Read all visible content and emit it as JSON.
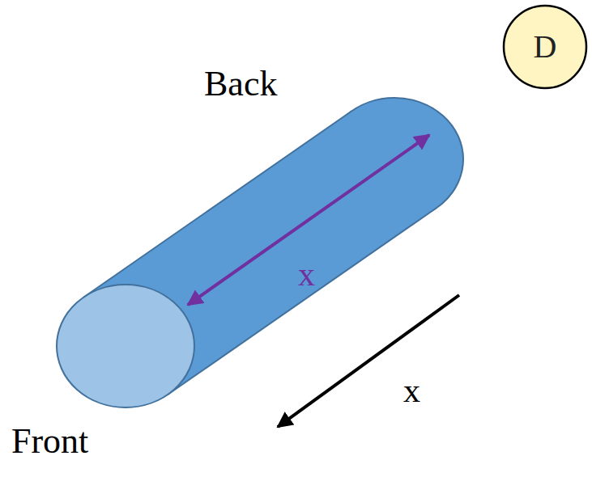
{
  "diagram": {
    "nodes": [
      {
        "text": [
          "D"
        ]
      }
    ],
    "labels": [
      "Back",
      "x",
      "x",
      "Front"
    ]
  }
}
